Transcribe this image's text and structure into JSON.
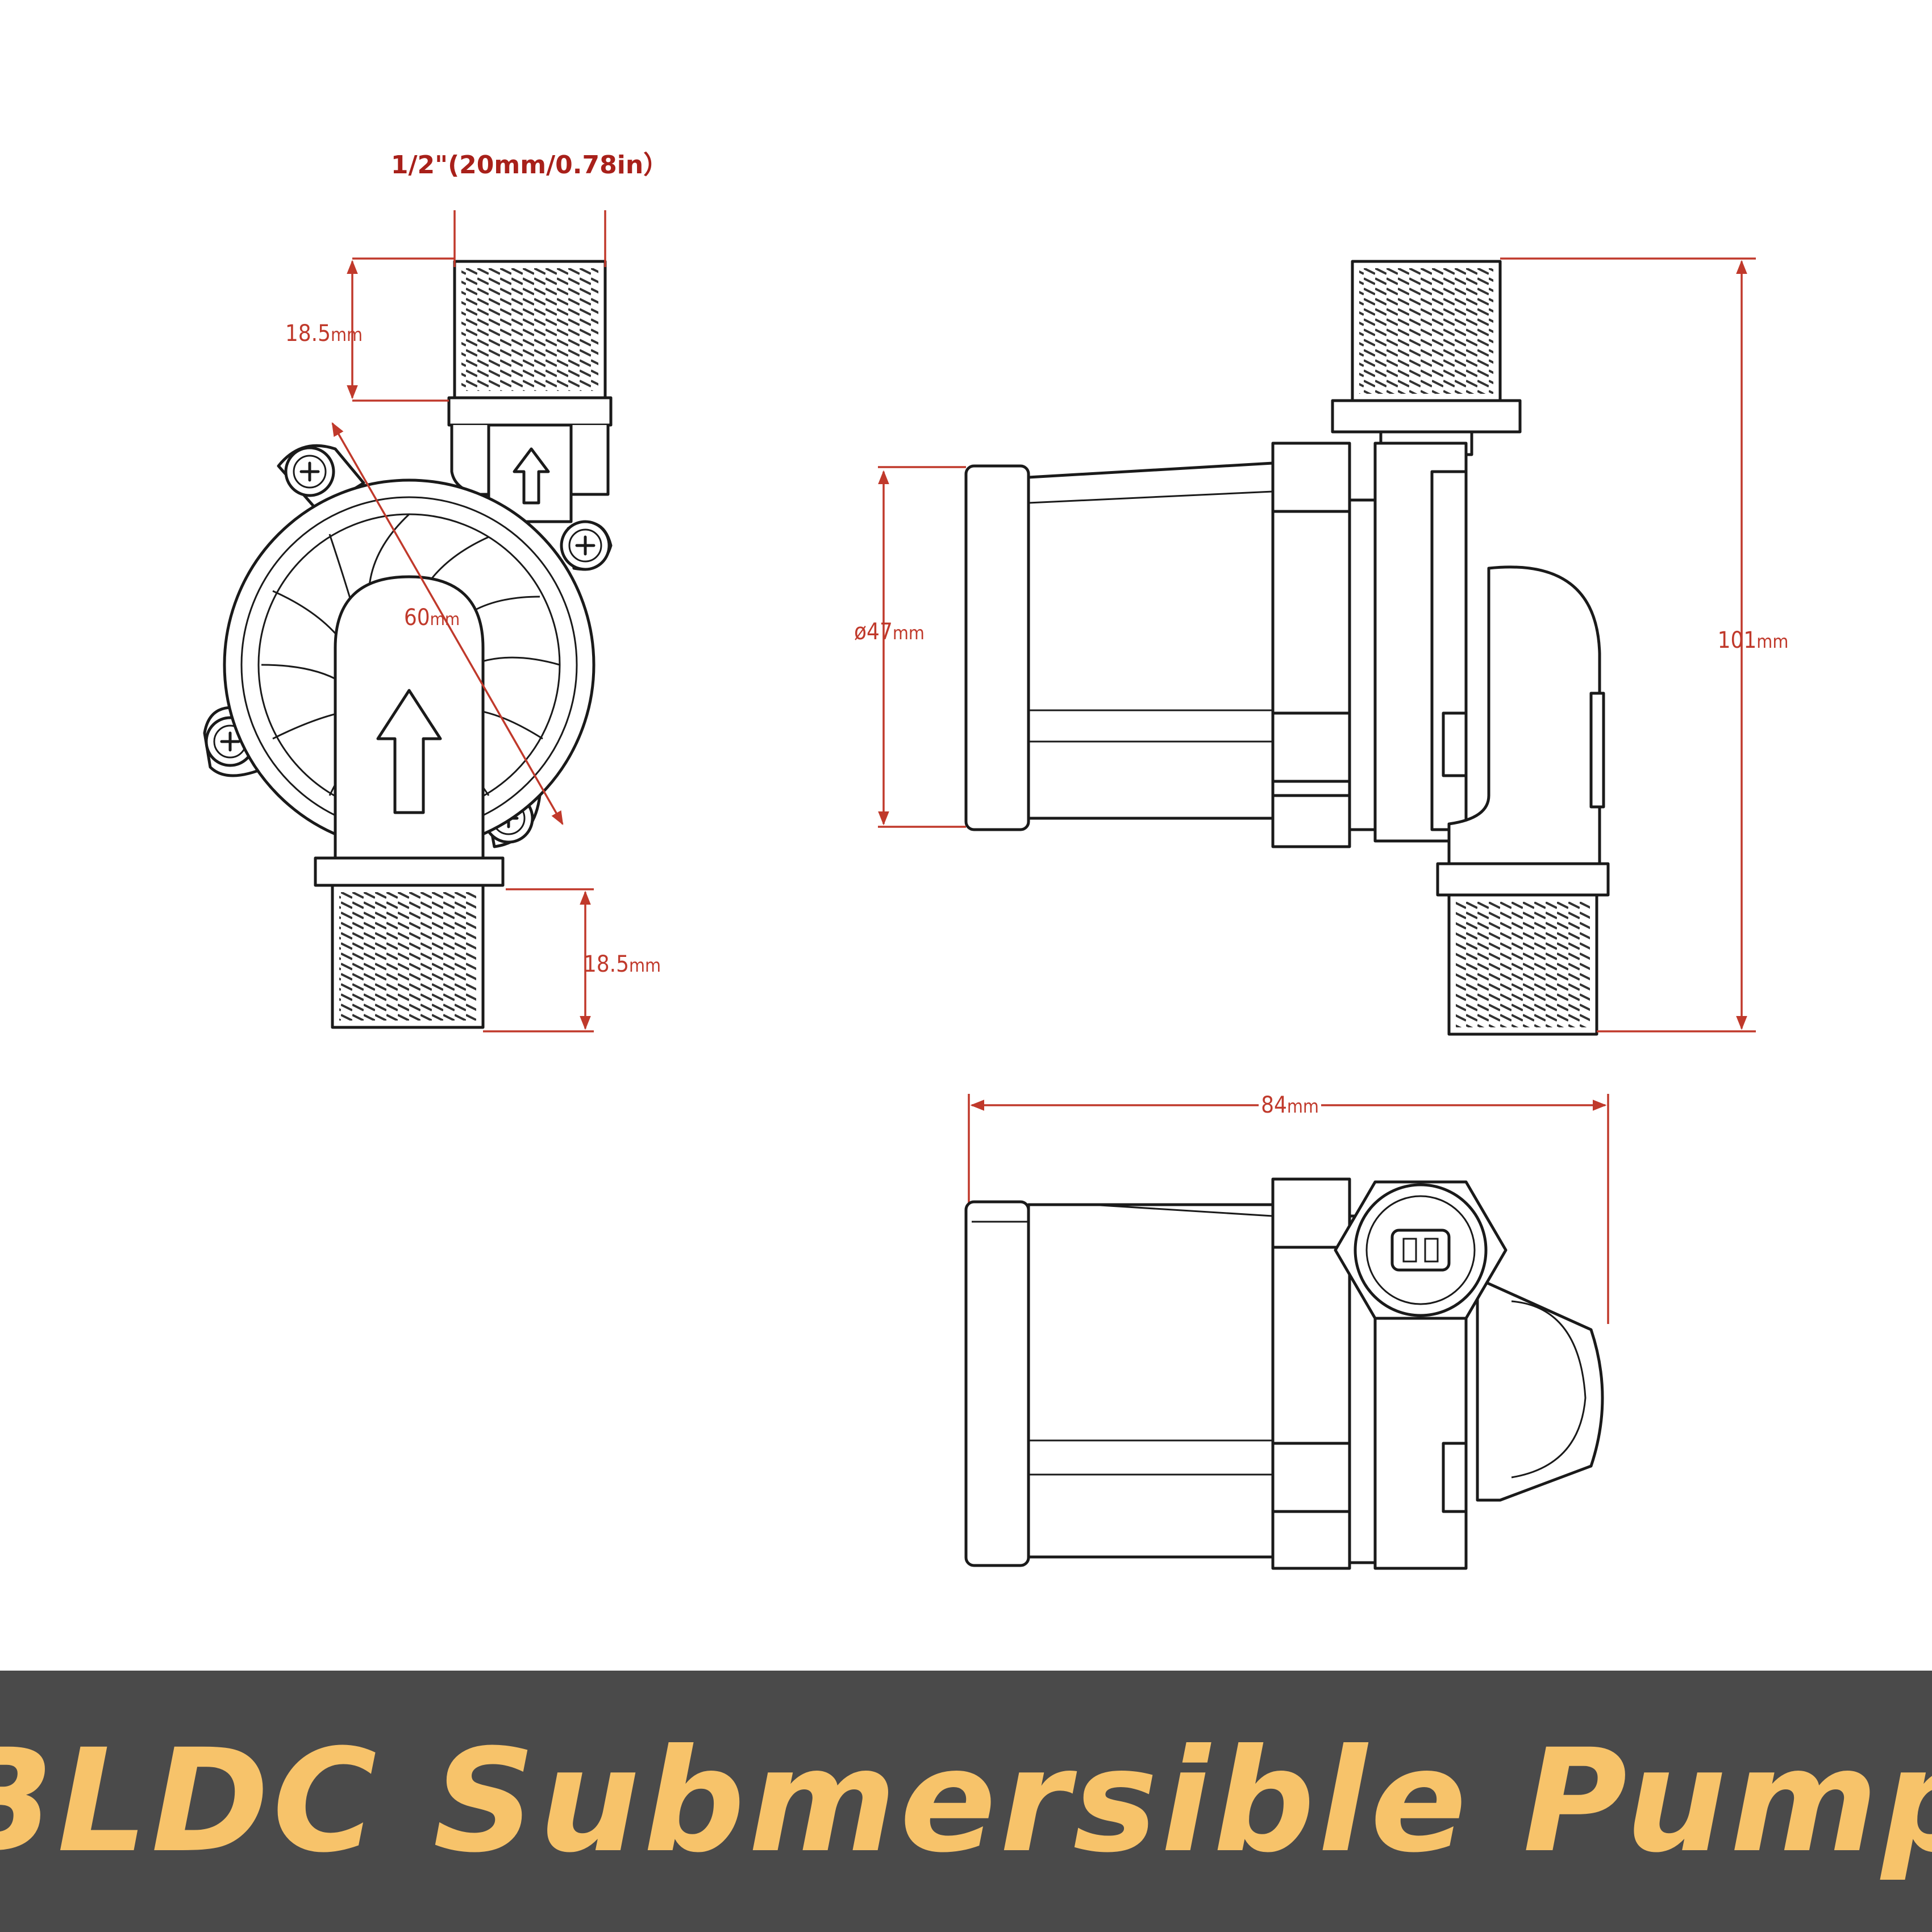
{
  "banner": {
    "title": "BLDC Submersible Pump"
  },
  "dimensions": {
    "thread_size": "1/2\"(20mm/0.78in）",
    "thread_length_top": {
      "value": "18.5",
      "unit": "mm"
    },
    "thread_length_bottom": {
      "value": "18.5",
      "unit": "mm"
    },
    "housing_diameter": {
      "value": "60",
      "unit": "mm"
    },
    "motor_diameter": {
      "value": "ø47",
      "unit": "mm"
    },
    "overall_height": {
      "value": "101",
      "unit": "mm"
    },
    "overall_length": {
      "value": "84",
      "unit": "mm"
    }
  },
  "colors": {
    "dimension": "#c0392b",
    "banner_bg": "#4a4a4a",
    "banner_text": "#f7c36a",
    "line": "#1a1a1a"
  }
}
